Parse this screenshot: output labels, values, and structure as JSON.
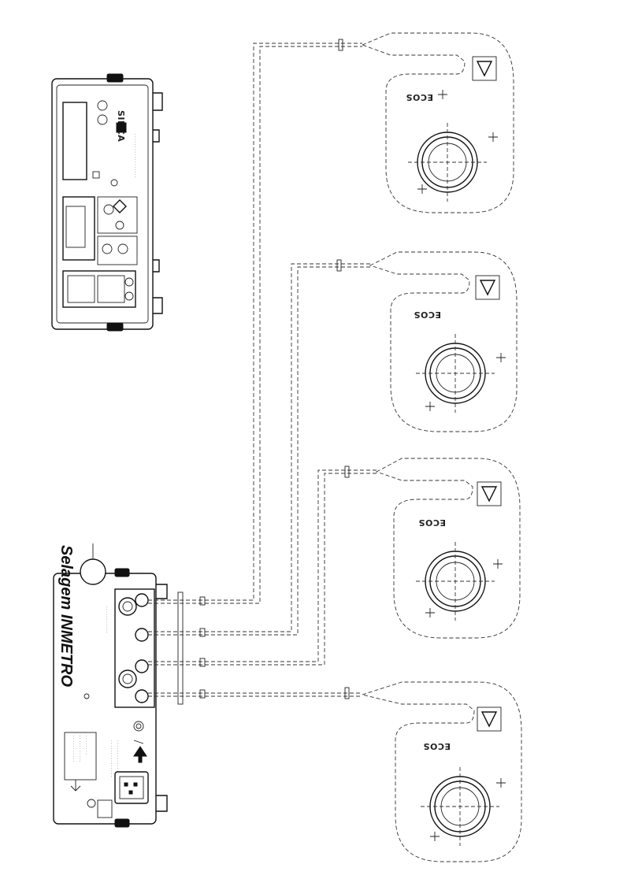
{
  "diagram": {
    "stamp_label": "Selagem INMETRO",
    "sensor_brand": "ECOS",
    "controller_brand": "SINCA",
    "sensor_count": 4
  },
  "colors": {
    "ink": "#111111",
    "paper": "#ffffff"
  }
}
